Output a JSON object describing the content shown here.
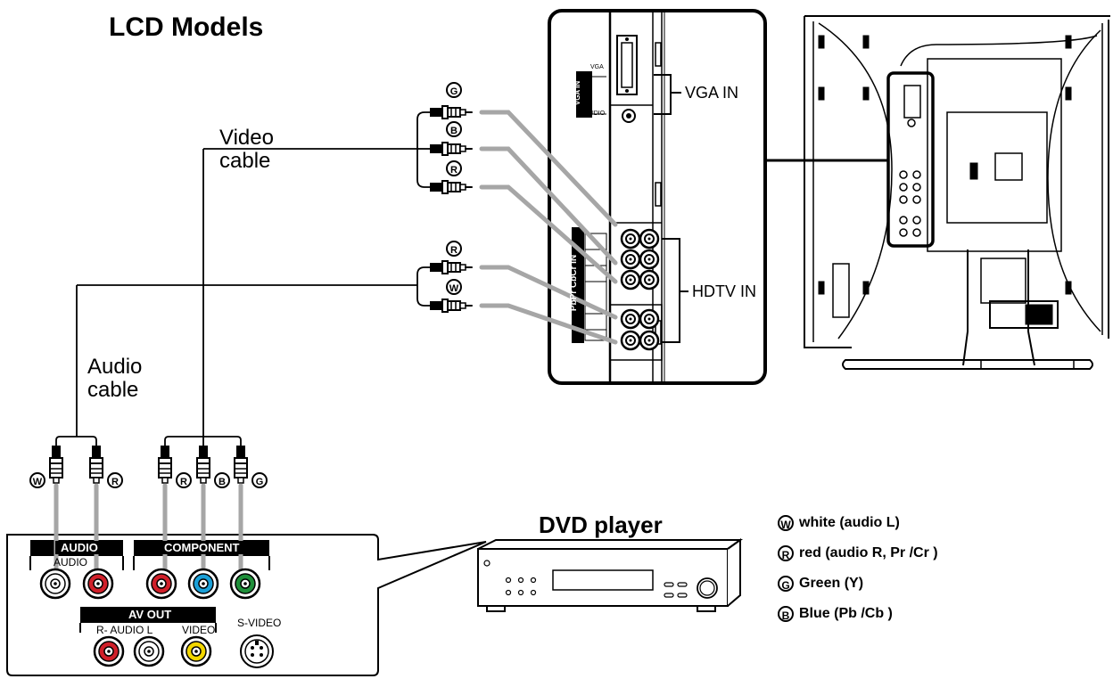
{
  "title": "LCD Models",
  "labels": {
    "video_cable": [
      "Video",
      "cable"
    ],
    "audio_cable": [
      "Audio",
      "cable"
    ],
    "vga_in": "VGA IN",
    "hdtv_in": "HDTV IN",
    "dvd_player": "DVD player"
  },
  "dvd_panel": {
    "audio_header": "AUDIO",
    "audio_sub": "AUDIO",
    "component_header": "COMPONENT",
    "av_out_header": "AV OUT",
    "av_out_audio": "R- AUDIO L",
    "av_out_video": "VIDEO",
    "svideo": "S-VIDEO"
  },
  "tv_panel": {
    "vga": "VGA",
    "audio": "AUDIO",
    "vga_in_vertical": "VGA IN",
    "component_vertical": "PbPr CbCr IN"
  },
  "plug_badges": {
    "top": [
      "G",
      "B",
      "R"
    ],
    "mid": [
      "R",
      "W"
    ],
    "bottom": [
      "W",
      "R",
      "R",
      "B",
      "G"
    ]
  },
  "legend": [
    {
      "badge": "W",
      "text": "white (audio L)"
    },
    {
      "badge": "R",
      "text": "red (audio R, Pr /Cr )"
    },
    {
      "badge": "G",
      "text": "Green (Y)"
    },
    {
      "badge": "B",
      "text": "Blue (Pb /Cb )"
    }
  ],
  "colors": {
    "red": "#d0202a",
    "blue": "#1aa0d8",
    "green": "#1f8f3a",
    "yellow": "#f2d600",
    "cable_gray": "#a6a6a6"
  },
  "icons": [
    "rca-plug-icon",
    "rca-jack-icon",
    "svideo-jack-icon",
    "vga-port-icon"
  ]
}
